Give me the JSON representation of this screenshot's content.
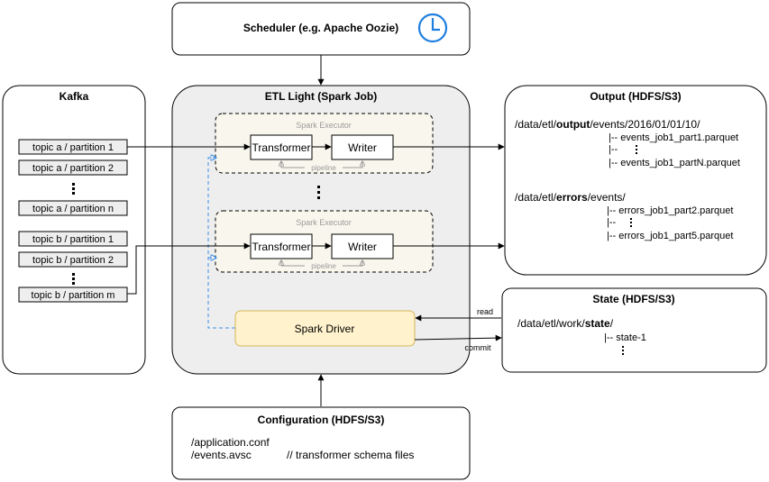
{
  "scheduler": {
    "label": "Scheduler (e.g. Apache Oozie)",
    "icon": "clock-icon"
  },
  "kafka": {
    "title": "Kafka",
    "partitions_a": [
      "topic a / partition 1",
      "topic a / partition 2",
      "topic a / partition n"
    ],
    "partitions_b": [
      "topic b / partition 1",
      "topic b / partition 2",
      "topic b / partition m"
    ]
  },
  "etl": {
    "title": "ETL Light (Spark Job)",
    "executors": [
      {
        "title": "Spark Executor",
        "transformer": "Transformer",
        "writer": "Writer",
        "pipeline": "pipeline"
      },
      {
        "title": "Spark Executor",
        "transformer": "Transformer",
        "writer": "Writer",
        "pipeline": "pipeline"
      }
    ],
    "driver": "Spark Driver"
  },
  "output": {
    "title": "Output (HDFS/S3)",
    "events_path": {
      "pre": "/data/etl/",
      "bold": "output",
      "post": "/events/2016/01/01/10/"
    },
    "events_files": [
      "|-- events_job1_part1.parquet",
      "|--",
      "|-- events_job1_partN.parquet"
    ],
    "errors_path": {
      "pre": "/data/etl/",
      "bold": "errors",
      "post": "/events/"
    },
    "errors_files": [
      "|-- errors_job1_part2.parquet",
      "|--",
      "|-- errors_job1_part5.parquet"
    ]
  },
  "state": {
    "title": "State (HDFS/S3)",
    "path": {
      "pre": "/data/etl/work/",
      "bold": "state",
      "post": "/"
    },
    "files": [
      "|-- state-1"
    ],
    "read_label": "read",
    "commit_label": "commit"
  },
  "configuration": {
    "title": "Configuration (HDFS/S3)",
    "lines": [
      "/application.conf",
      "/events.avsc"
    ],
    "comment": "// transformer schema files"
  },
  "colors": {
    "stroke": "#000000",
    "etl_fill": "#eeeeee",
    "executor_fill": "#f9f7ed",
    "driver_fill": "#fff2cc",
    "driver_stroke": "#d6b656",
    "dashed_blue": "#3d8fe8",
    "clock_blue": "#1f7fe0",
    "pipeline_gray": "#999999"
  }
}
